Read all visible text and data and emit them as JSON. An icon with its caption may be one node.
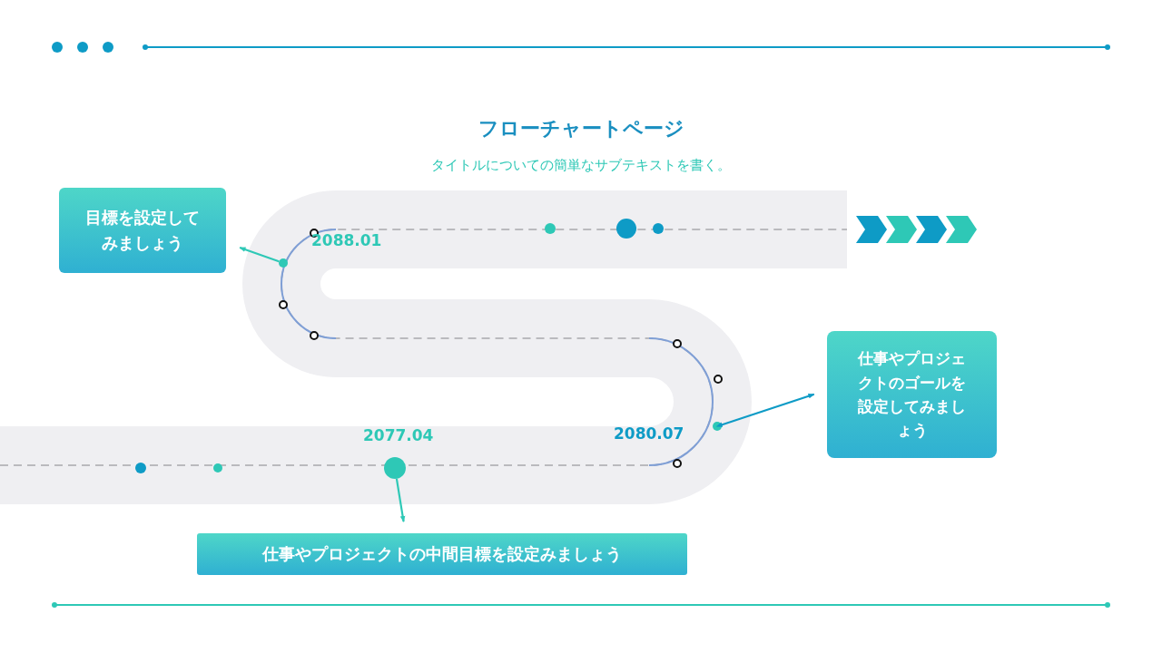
{
  "diagram": {
    "title": "フローチャートページ",
    "nodes": [
      {
        "text": [
          "目標を設定してみましょう"
        ]
      },
      {
        "text": [
          "仕事やプロジェクトのゴールを設定してみましょう"
        ]
      },
      {
        "text": [
          "仕事やプロジェクトの中間目標を設定みましょう"
        ]
      },
      {
        "text": [],
        "shape": "circle",
        "beside": [
          "2088.01"
        ]
      },
      {
        "text": [],
        "shape": "circle",
        "beside": [
          "2080.07"
        ]
      },
      {
        "text": [],
        "shape": "circle",
        "beside": [
          "2077.04"
        ]
      }
    ],
    "edges": [
      {
        "from": 3,
        "to": 0,
        "arrow": "to"
      },
      {
        "from": 4,
        "to": 1,
        "arrow": "both",
        "color": "#0e9bc6"
      },
      {
        "from": 5,
        "to": 2,
        "arrow": "to"
      }
    ],
    "labels": [
      "タイトルについての簡単なサブテキストを書く。"
    ]
  }
}
